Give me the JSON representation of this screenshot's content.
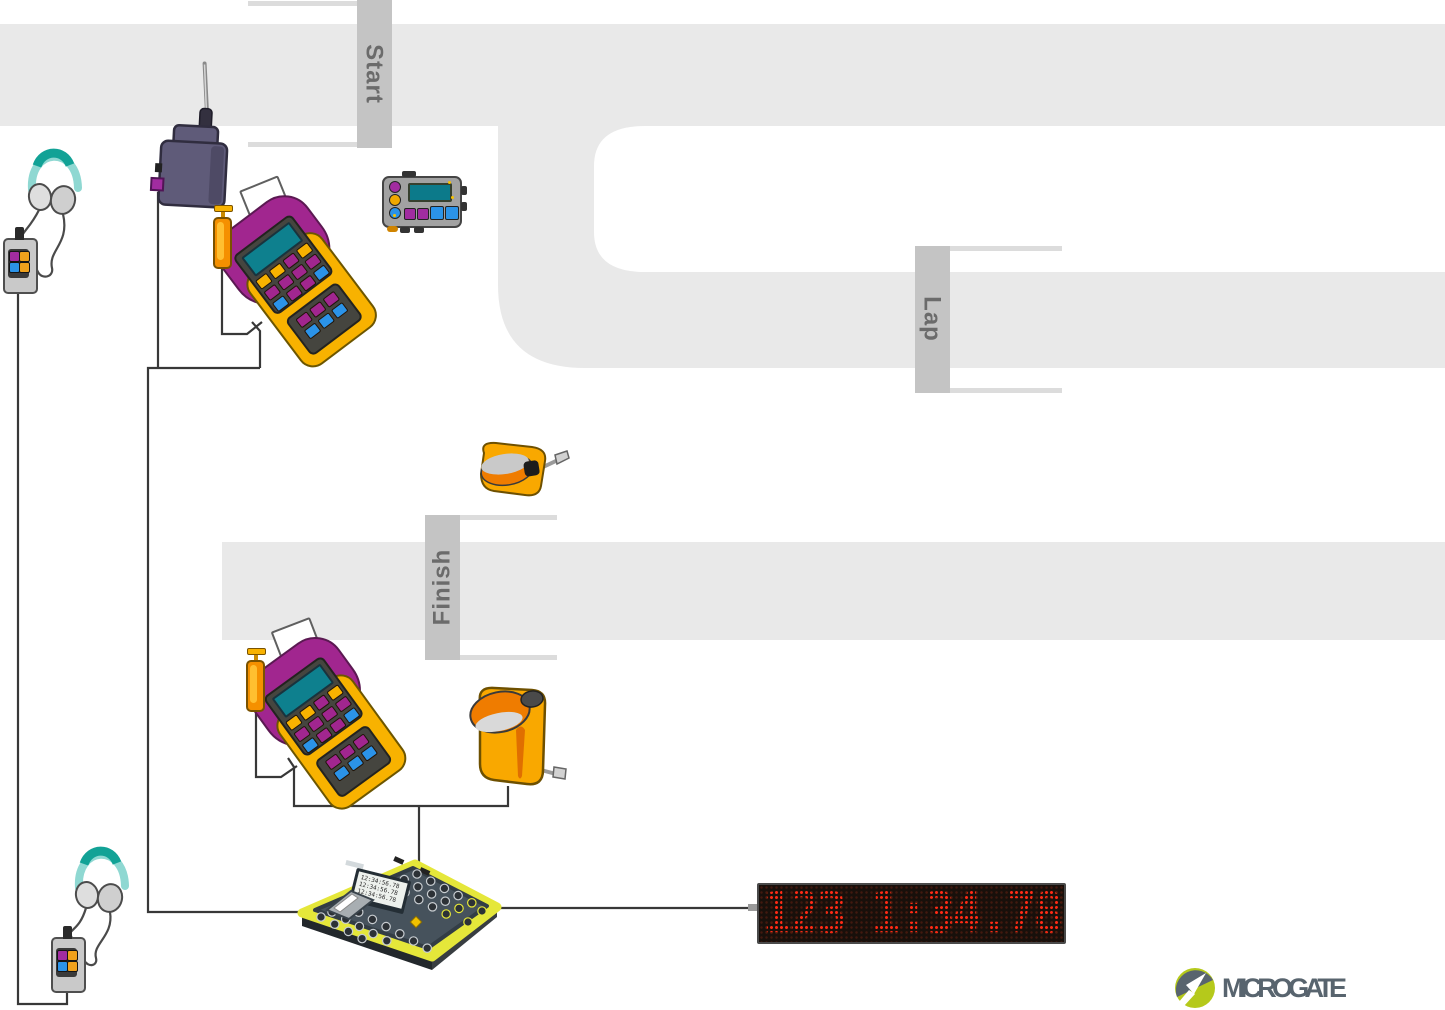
{
  "banners": {
    "start": "Start",
    "lap": "Lap",
    "finish": "Finish"
  },
  "led_display": {
    "text": "123 1:34.78"
  },
  "console": {
    "screen_lines": [
      "12:34:56.78",
      "12:34:56.78",
      "12:34:56.78"
    ]
  },
  "logo": {
    "text": "MICROGATE"
  },
  "colors": {
    "track": "#e9e9e9",
    "banner": "#c4c4c4",
    "banner_text": "#6b6b6b",
    "device_yellow": "#f8b200",
    "device_purple": "#a1268f",
    "key_blue": "#2b93e8",
    "led_red": "#ff2a14",
    "logo_green": "#b5c91b",
    "logo_gray": "#58646e",
    "headset_teal": "#12a296"
  }
}
